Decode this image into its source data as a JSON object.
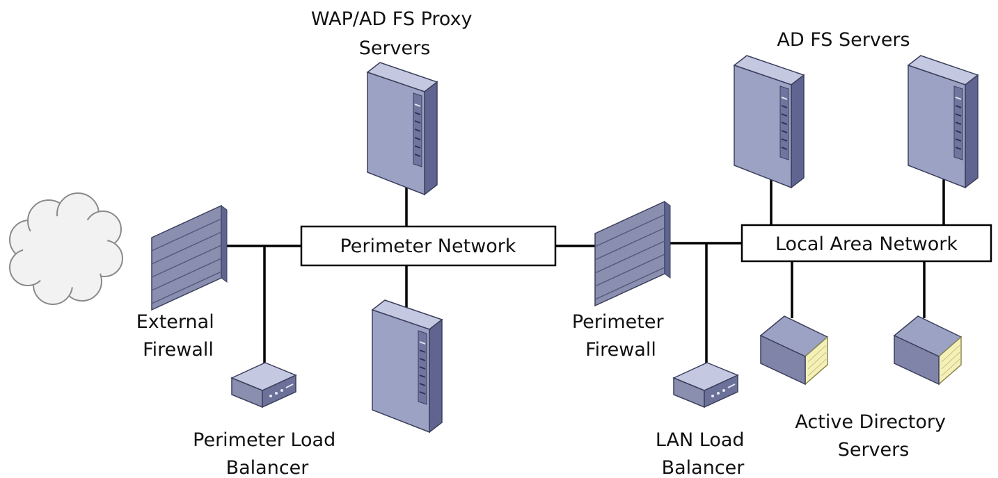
{
  "labels": {
    "wap_proxy": [
      "WAP/AD FS Proxy",
      "Servers"
    ],
    "adfs_servers": "AD FS Servers",
    "perimeter_network": "Perimeter Network",
    "local_area_network": "Local Area Network",
    "external_firewall": [
      "External",
      "Firewall"
    ],
    "perimeter_firewall": [
      "Perimeter",
      "Firewall"
    ],
    "perimeter_load_balancer": [
      "Perimeter Load",
      "Balancer"
    ],
    "lan_load_balancer": [
      "LAN Load",
      "Balancer"
    ],
    "active_directory_servers": [
      "Active Directory",
      "Servers"
    ]
  },
  "colors": {
    "server_front": "#9aa0c2",
    "server_side": "#6b7199",
    "server_top": "#c4c8e0",
    "firewall": "#7f84a8",
    "book_pages": "#f4f0b8",
    "cloud": "#f2f2f2",
    "line": "#000000"
  },
  "icons": [
    "cloud-icon",
    "firewall-icon",
    "server-icon",
    "load-balancer-icon",
    "directory-book-icon"
  ]
}
